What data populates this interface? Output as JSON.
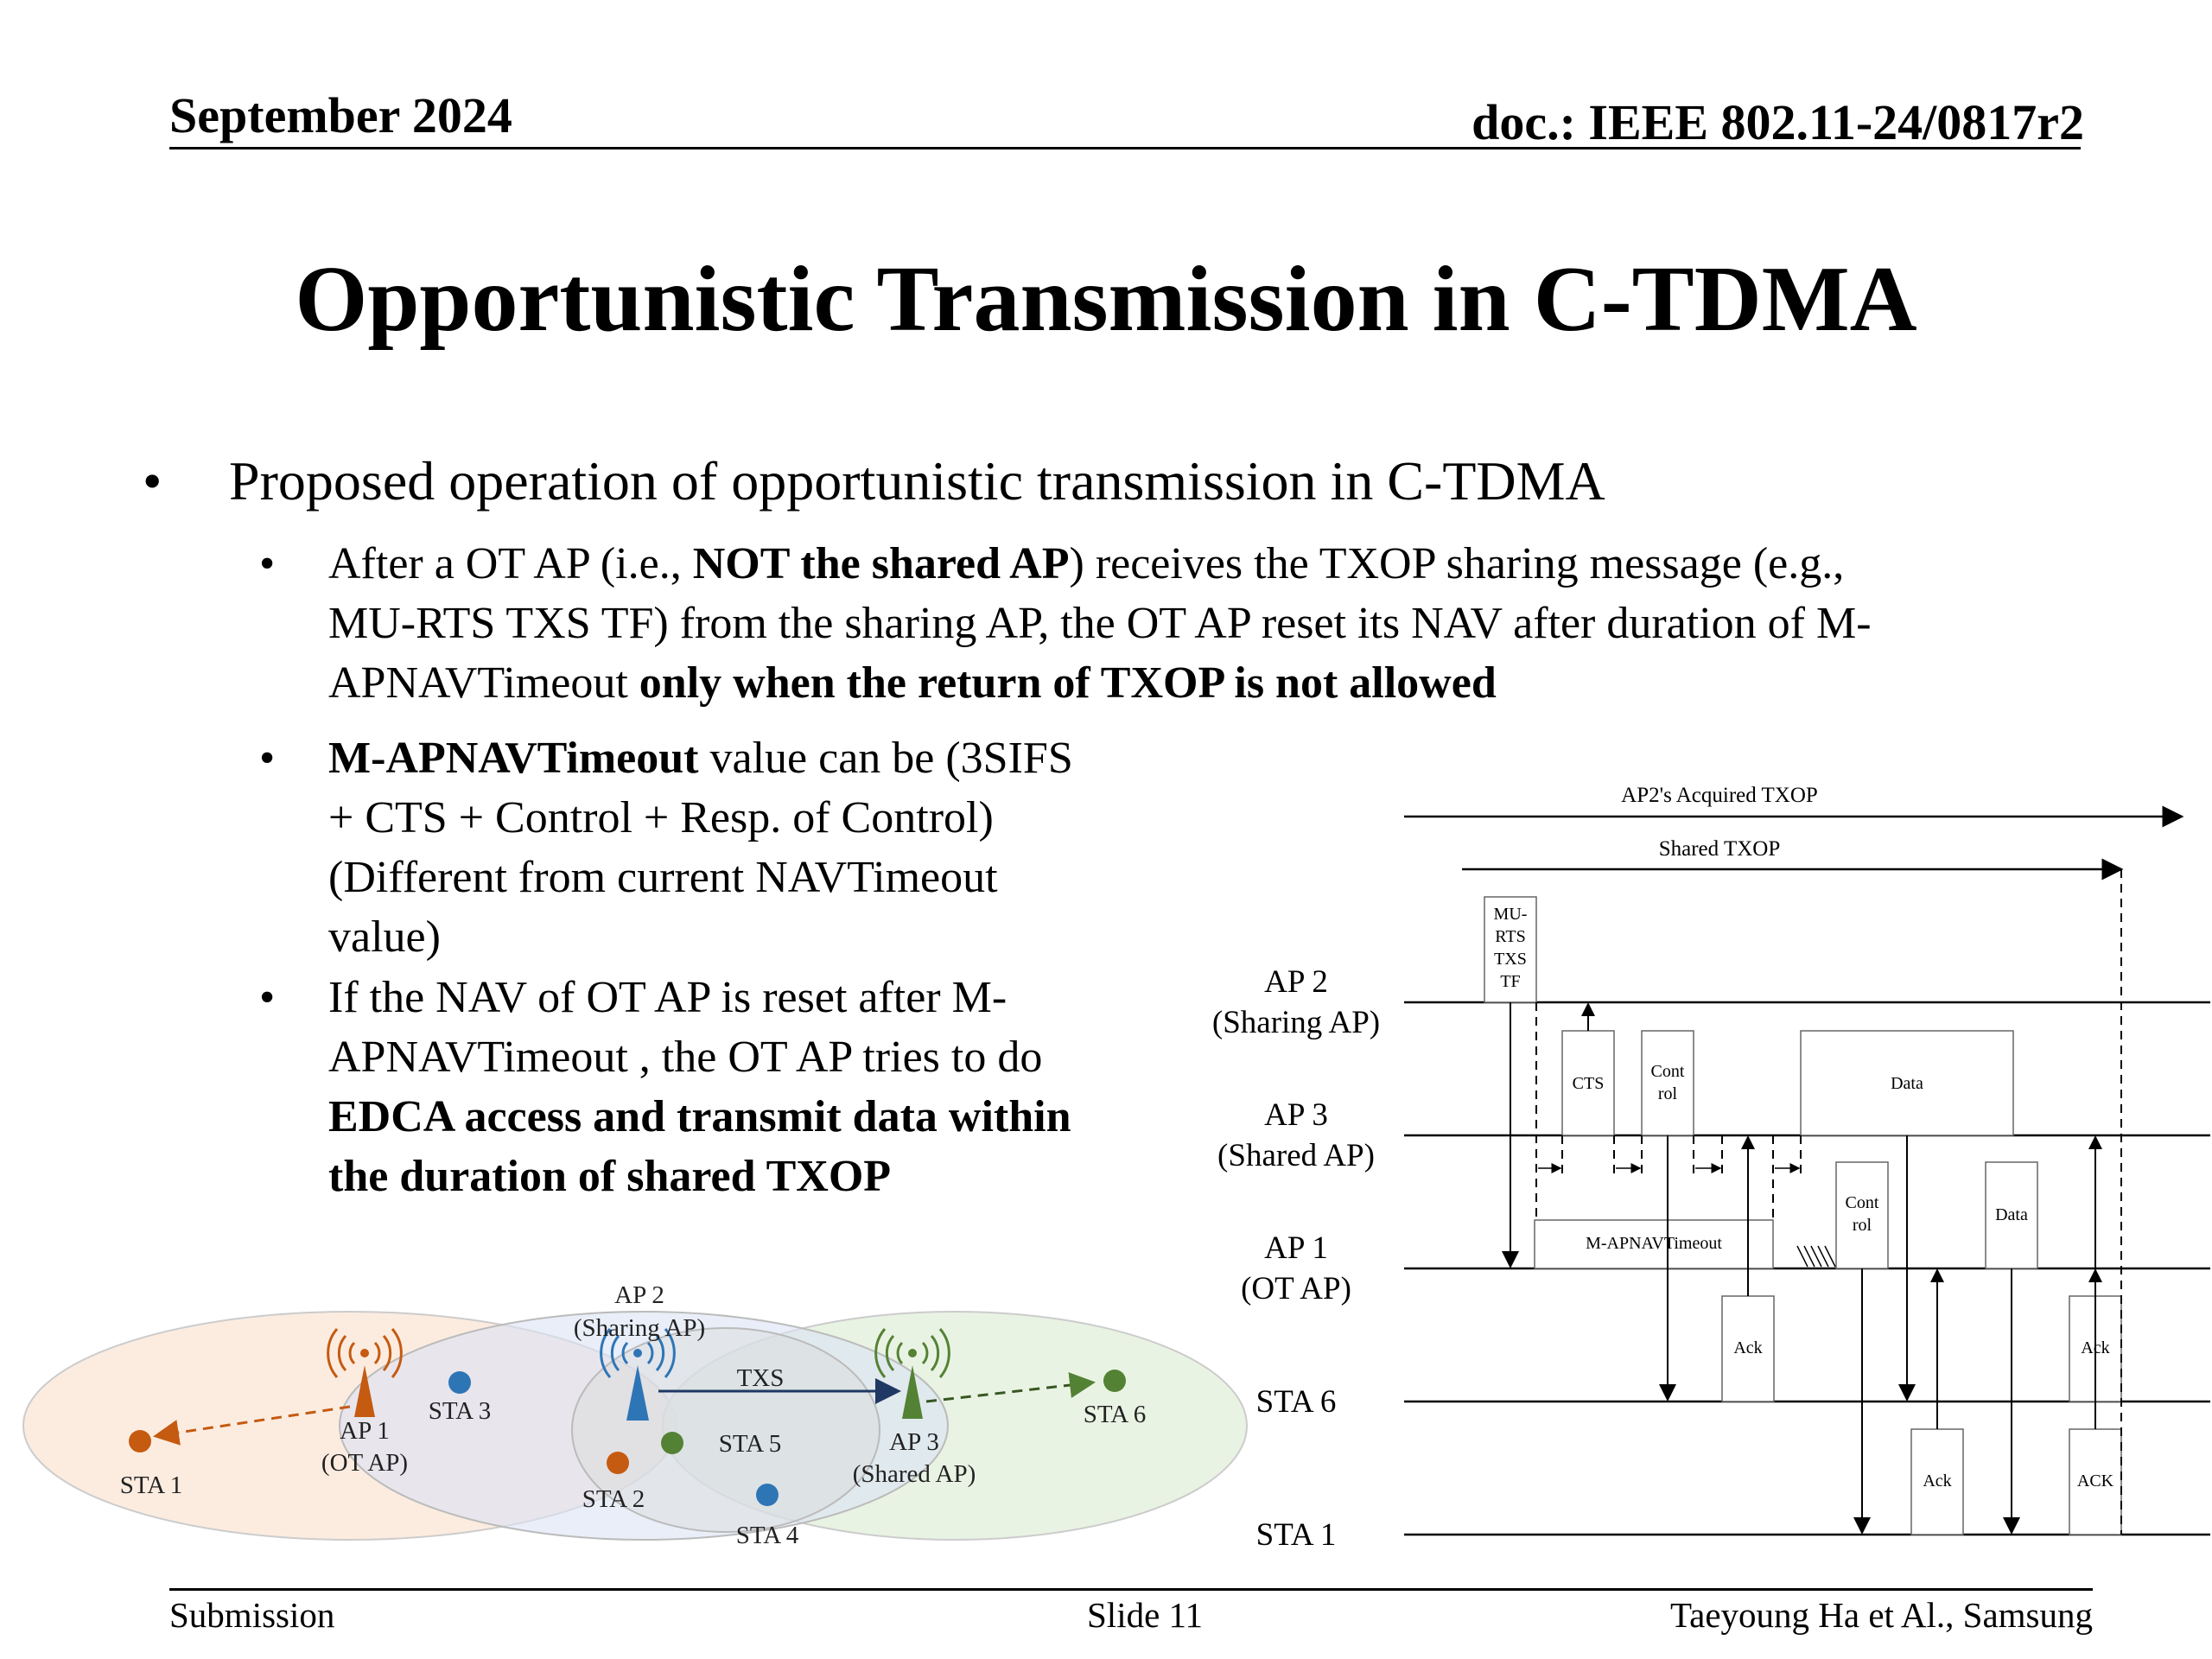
{
  "header": {
    "date": "September 2024",
    "doc": "doc.: IEEE 802.11-24/0817r2"
  },
  "title": "Opportunistic Transmission in C-TDMA",
  "bullet_symbol": "•",
  "main_bullet": "Proposed operation of opportunistic transmission in C-TDMA",
  "sub1": {
    "l1_a": "After a OT AP (i.e., ",
    "l1_b": "NOT the shared AP",
    "l1_c": ") receives the TXOP sharing message (e.g.,",
    "l2": "MU-RTS TXS TF) from the sharing AP, the OT AP reset its NAV after duration of M-",
    "l3_a": "APNAVTimeout ",
    "l3_b": "only when the return of TXOP is not allowed"
  },
  "sub2": {
    "l1_a": "M-APNAVTimeout",
    "l1_b": " value can be (3SIFS",
    "l2": "+ CTS + Control + Resp. of Control)",
    "l3": "(Different from current NAVTimeout",
    "l4": "value)"
  },
  "sub3": {
    "l1": "If the NAV of OT AP is reset after M-",
    "l2": "APNAVTimeout , the OT AP tries to do",
    "l3": "EDCA access and transmit data within",
    "l4": "the duration of shared TXOP"
  },
  "topology": {
    "ap2_l1": "AP 2",
    "ap2_l2": "(Sharing AP)",
    "ap1_l1": "AP 1",
    "ap1_l2": "(OT AP)",
    "ap3_l1": "AP 3",
    "ap3_l2": "(Shared AP)",
    "txs": "TXS",
    "sta1": "STA 1",
    "sta2": "STA 2",
    "sta3": "STA 3",
    "sta4": "STA 4",
    "sta5": "STA 5",
    "sta6": "STA 6",
    "colors": {
      "ap1": "#c55a11",
      "ap2": "#2e75b6",
      "ap3": "#548235"
    }
  },
  "timing": {
    "acquired_txop": "AP2's Acquired TXOP",
    "shared_txop": "Shared TXOP",
    "rows": {
      "ap2_l1": "AP 2",
      "ap2_l2": "(Sharing AP)",
      "ap3_l1": "AP 3",
      "ap3_l2": "(Shared AP)",
      "ap1_l1": "AP 1",
      "ap1_l2": "(OT AP)",
      "sta6": "STA 6",
      "sta1": "STA 1"
    },
    "frames": {
      "murts_1": "MU-",
      "murts_2": "RTS",
      "murts_3": "TXS",
      "murts_4": "TF",
      "cts": "CTS",
      "control_1": "Cont",
      "control_2": "rol",
      "data_ap3": "Data",
      "ap1_control_1": "Cont",
      "ap1_control_2": "rol",
      "data_ap1": "Data",
      "timeout": "M-APNAVTimeout",
      "ack1": "Ack",
      "ack2": "Ack",
      "ack3": "Ack",
      "ack4": "ACK"
    }
  },
  "footer": {
    "left": "Submission",
    "center": "Slide 11",
    "right": "Taeyoung Ha et Al., Samsung"
  }
}
